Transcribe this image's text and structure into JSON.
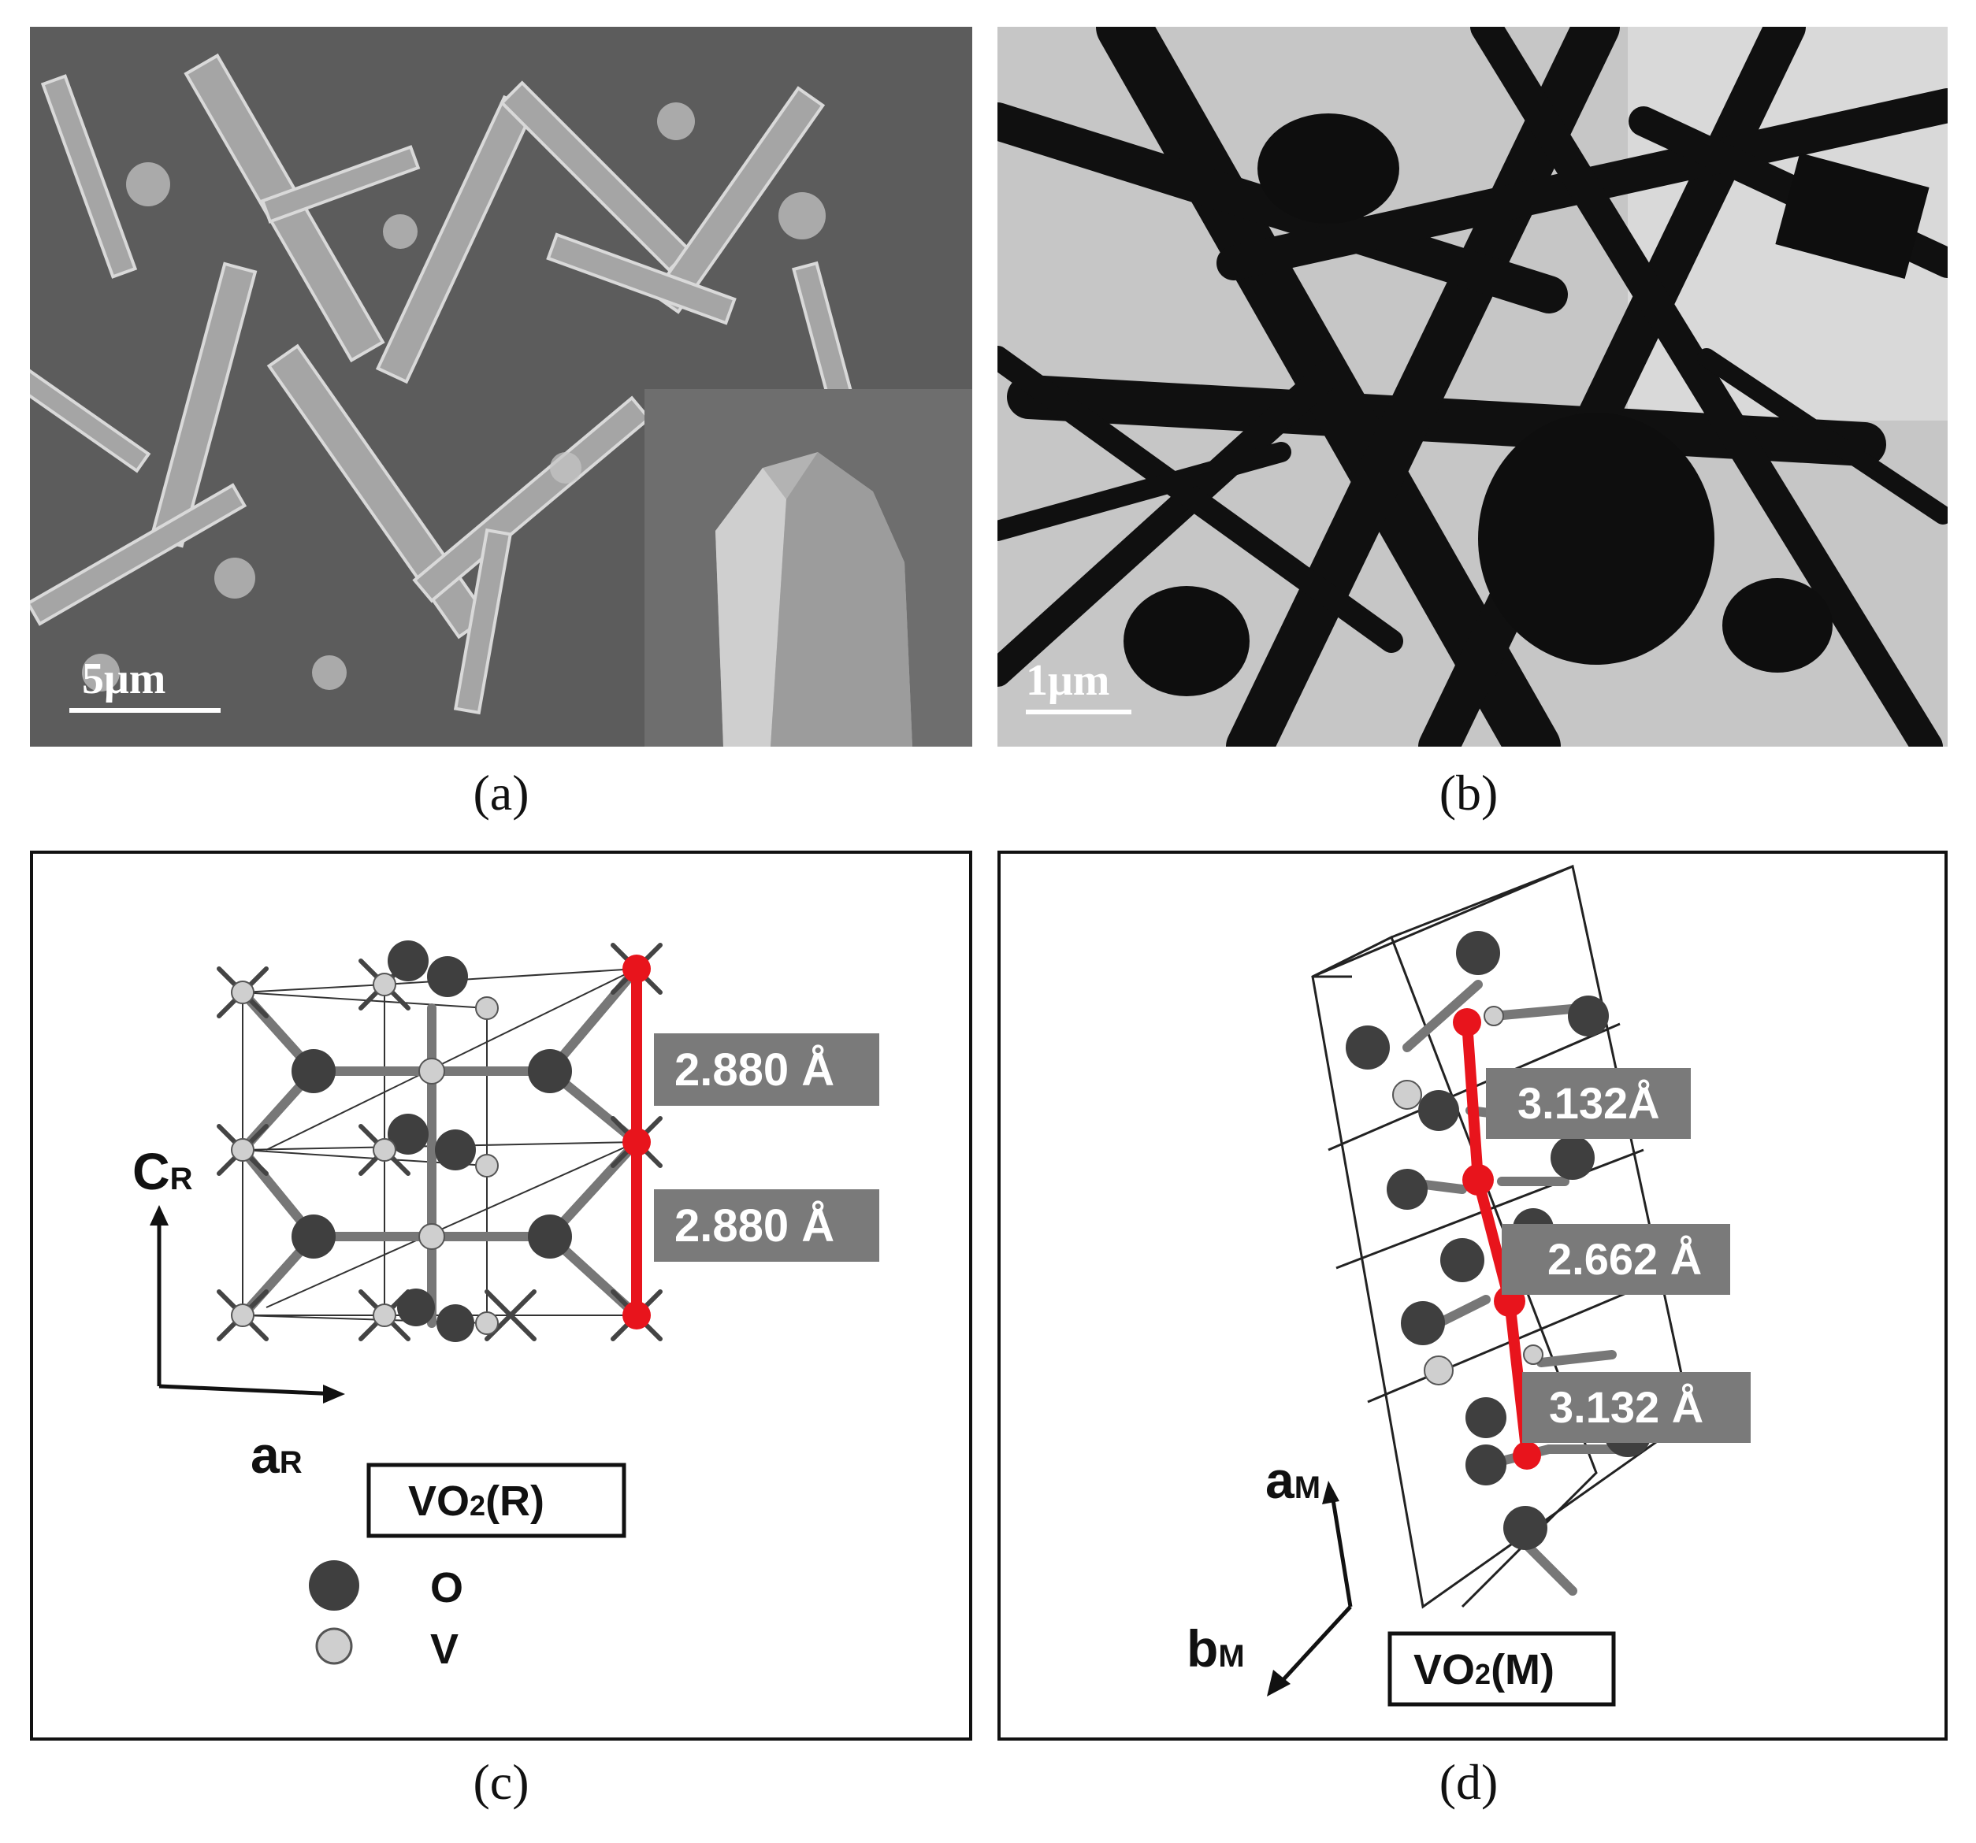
{
  "panels": {
    "a": {
      "caption": "(a)",
      "scale_bar": "5μm"
    },
    "b": {
      "caption": "(b)",
      "scale_bar": "1μm"
    },
    "c": {
      "caption": "(c)",
      "axis_c": "C",
      "axis_c_sub": "R",
      "axis_a": "a",
      "axis_a_sub": "R",
      "bond_upper": "2.880 Å",
      "bond_lower": "2.880 Å",
      "phase_main": "VO",
      "phase_sub": "2",
      "phase_tail": "(R)",
      "legend": [
        {
          "symbol": "O",
          "color": "#4a4a4a"
        },
        {
          "symbol": "V",
          "color": "#cfcfcf"
        }
      ]
    },
    "d": {
      "caption": "(d)",
      "axis_a": "a",
      "axis_a_sub": "M",
      "axis_b": "b",
      "axis_b_sub": "M",
      "bond_top": "3.132Å",
      "bond_mid": "2.662 Å",
      "bond_bottom": "3.132 Å",
      "phase_main": "VO",
      "phase_sub": "2",
      "phase_tail": "(M)"
    }
  },
  "colors": {
    "bond_highlight": "#e8141c",
    "label_box": "#7a7a7a",
    "atom_o": "#3f3f3f",
    "atom_v": "#cfcfcf"
  }
}
